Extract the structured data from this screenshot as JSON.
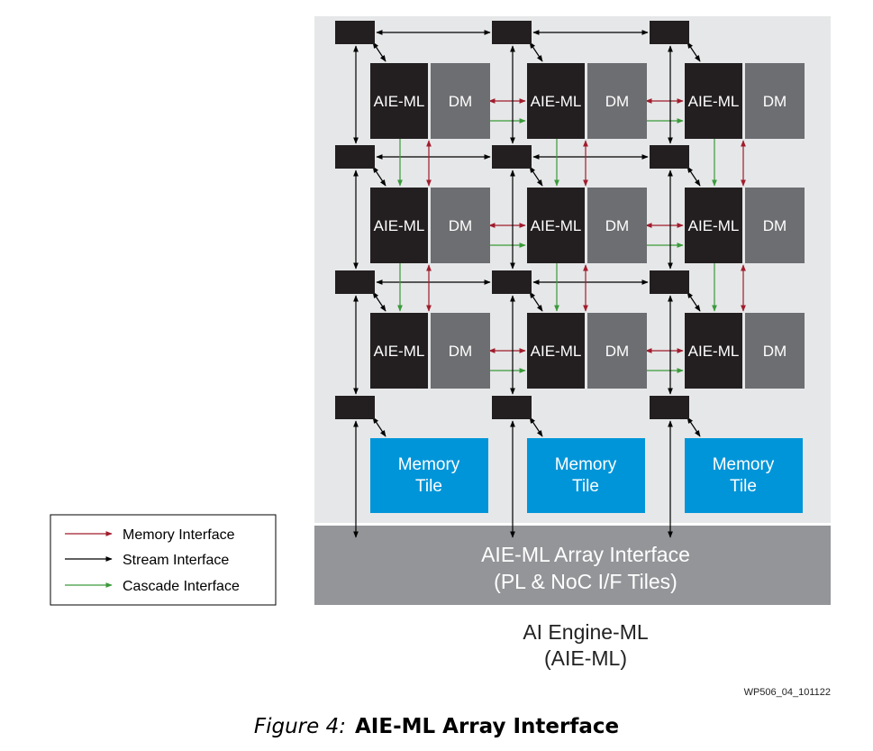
{
  "diagram": {
    "tiles": [
      [
        {
          "core": "AIE-ML",
          "mem": "DM"
        },
        {
          "core": "AIE-ML",
          "mem": "DM"
        },
        {
          "core": "AIE-ML",
          "mem": "DM"
        }
      ],
      [
        {
          "core": "AIE-ML",
          "mem": "DM"
        },
        {
          "core": "AIE-ML",
          "mem": "DM"
        },
        {
          "core": "AIE-ML",
          "mem": "DM"
        }
      ],
      [
        {
          "core": "AIE-ML",
          "mem": "DM"
        },
        {
          "core": "AIE-ML",
          "mem": "DM"
        },
        {
          "core": "AIE-ML",
          "mem": "DM"
        }
      ]
    ],
    "memory_tiles": [
      {
        "line1": "Memory",
        "line2": "Tile"
      },
      {
        "line1": "Memory",
        "line2": "Tile"
      },
      {
        "line1": "Memory",
        "line2": "Tile"
      }
    ],
    "array_interface": {
      "line1": "AIE-ML Array Interface",
      "line2": "(PL & NoC I/F Tiles)"
    },
    "engine_label": {
      "line1": "AI Engine-ML",
      "line2": "(AIE-ML)"
    },
    "doc_id": "WP506_04_101122"
  },
  "legend": {
    "items": [
      {
        "label": "Memory Interface",
        "color": "#a01c2c"
      },
      {
        "label": "Stream Interface",
        "color": "#000000"
      },
      {
        "label": "Cascade Interface",
        "color": "#3a9a3a"
      }
    ]
  },
  "caption": {
    "figure": "Figure 4:",
    "title": "AIE-ML Array Interface"
  },
  "colors": {
    "background_panel": "#e6e7e8",
    "core": "#231f20",
    "data_memory": "#6d6e71",
    "memory_tile": "#0095d9",
    "array_interface": "#939598",
    "memory_arrow": "#a01c2c",
    "stream_arrow": "#000000",
    "cascade_arrow": "#3a9a3a"
  }
}
